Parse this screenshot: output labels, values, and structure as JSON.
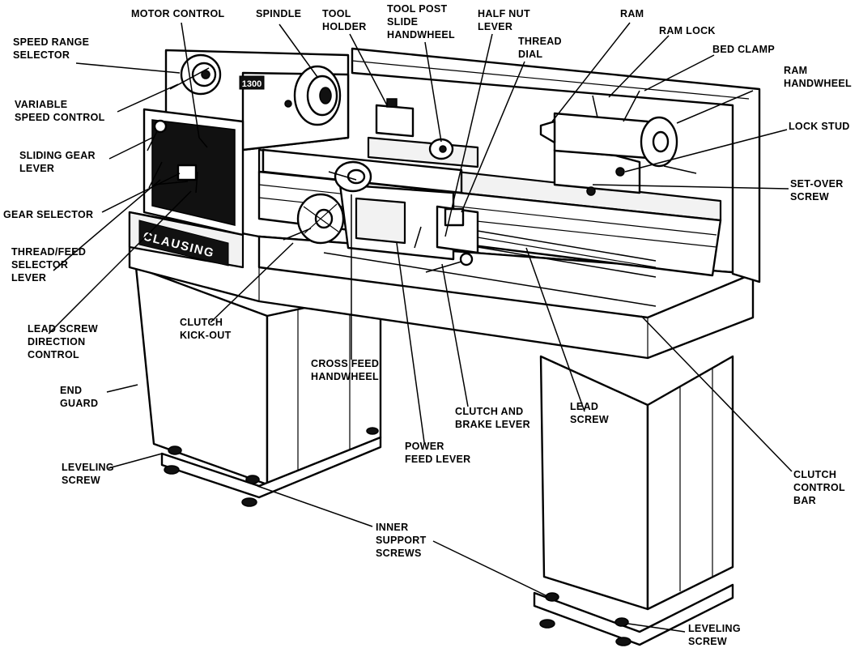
{
  "brand_plate": "CLAUSING",
  "dial_reading": "1300",
  "labels": {
    "motor_control": "MOTOR CONTROL",
    "spindle": "SPINDLE",
    "tool_holder": [
      "TOOL",
      "HOLDER"
    ],
    "tool_post_slide_handwheel": [
      "TOOL POST",
      "SLIDE",
      "HANDWHEEL"
    ],
    "half_nut_lever": [
      "HALF NUT",
      "LEVER"
    ],
    "thread_dial": [
      "THREAD",
      "DIAL"
    ],
    "ram": "RAM",
    "ram_lock": "RAM LOCK",
    "bed_clamp": "BED CLAMP",
    "ram_handwheel": [
      "RAM",
      "HANDWHEEL"
    ],
    "lock_stud": "LOCK STUD",
    "set_over_screw": [
      "SET-OVER",
      "SCREW"
    ],
    "speed_range_selector": [
      "SPEED RANGE",
      "SELECTOR"
    ],
    "variable_speed_control": [
      "VARIABLE",
      "SPEED CONTROL"
    ],
    "sliding_gear_lever": [
      "SLIDING GEAR",
      "LEVER"
    ],
    "gear_selector": "GEAR SELECTOR",
    "thread_feed_selector_lever": [
      "THREAD/FEED",
      "SELECTOR",
      "LEVER"
    ],
    "lead_screw_direction_control": [
      "LEAD SCREW",
      "DIRECTION",
      "CONTROL"
    ],
    "clutch_kick_out": [
      "CLUTCH",
      "KICK-OUT"
    ],
    "end_guard": [
      "END",
      "GUARD"
    ],
    "cross_feed_handwheel": [
      "CROSS FEED",
      "HANDWHEEL"
    ],
    "clutch_and_brake_lever": [
      "CLUTCH AND",
      "BRAKE LEVER"
    ],
    "lead_screw": [
      "LEAD",
      "SCREW"
    ],
    "power_feed_lever": [
      "POWER",
      "FEED LEVER"
    ],
    "clutch_control_bar": [
      "CLUTCH",
      "CONTROL",
      "BAR"
    ],
    "leveling_screw_left": [
      "LEVELING",
      "SCREW"
    ],
    "inner_support_screws": [
      "INNER",
      "SUPPORT",
      "SCREWS"
    ],
    "leveling_screw_right": [
      "LEVELING",
      "SCREW"
    ]
  }
}
